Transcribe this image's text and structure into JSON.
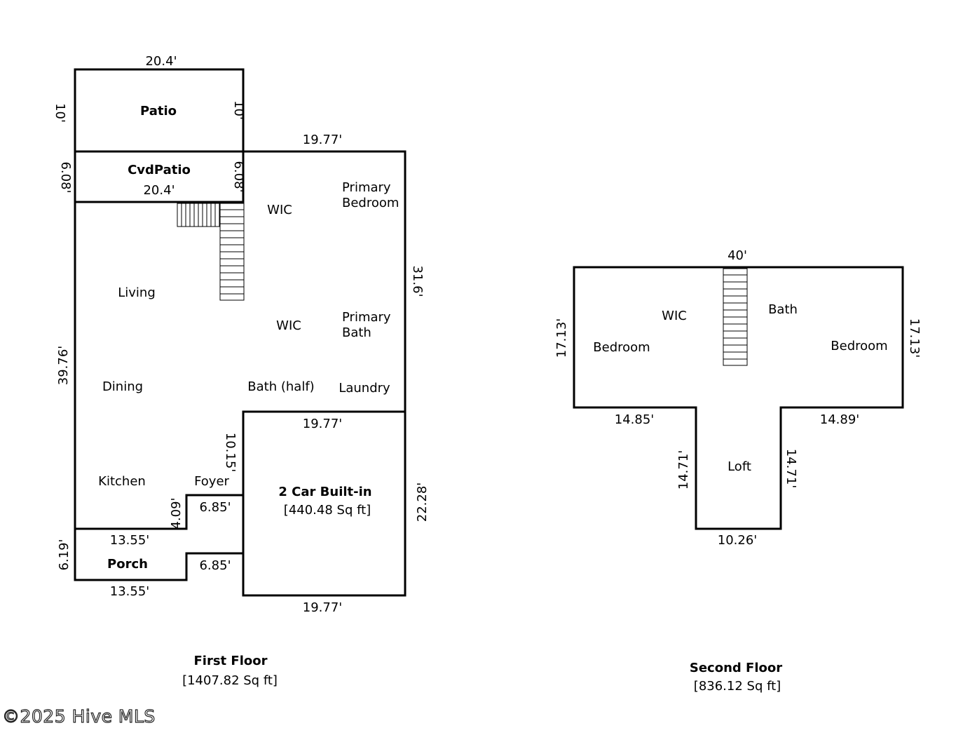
{
  "first_floor": {
    "title": "First Floor",
    "area": "[1407.82 Sq ft]",
    "rooms": {
      "patio": "Patio",
      "cvd_patio": "CvdPatio",
      "wic_upper": "WIC",
      "primary_bedroom_1": "Primary",
      "primary_bedroom_2": "Bedroom",
      "living": "Living",
      "wic_lower": "WIC",
      "primary_bath_1": "Primary",
      "primary_bath_2": "Bath",
      "dining": "Dining",
      "bath_half": "Bath (half)",
      "laundry": "Laundry",
      "kitchen": "Kitchen",
      "foyer": "Foyer",
      "garage": "2 Car Built-in",
      "garage_area": "[440.48 Sq ft]",
      "porch": "Porch"
    },
    "dimensions": {
      "patio_top": "20.4'",
      "patio_left": "10'",
      "patio_right": "10'",
      "main_top": "19.77'",
      "cvd_left": "6.08'",
      "cvd_right": "6.08'",
      "cvd_width": "20.4'",
      "main_right": "31.6'",
      "main_left": "39.76'",
      "garage_top": "19.77'",
      "garage_left": "10.15'",
      "garage_right": "22.28'",
      "garage_bottom": "19.77'",
      "foyer_step_v": "4.09'",
      "foyer_step_h": "6.85'",
      "porch_top": "13.55'",
      "porch_left": "6.19'",
      "porch_step": "6.85'",
      "porch_bottom": "13.55'"
    }
  },
  "second_floor": {
    "title": "Second Floor",
    "area": "[836.12 Sq ft]",
    "rooms": {
      "wic": "WIC",
      "bath": "Bath",
      "bedroom_left": "Bedroom",
      "bedroom_right": "Bedroom",
      "loft": "Loft"
    },
    "dimensions": {
      "top": "40'",
      "left": "17.13'",
      "right": "17.13'",
      "bottom_left": "14.85'",
      "bottom_right": "14.89'",
      "loft_left": "14.71'",
      "loft_right": "14.71'",
      "loft_bottom": "10.26'"
    }
  },
  "watermark": "©2025 Hive MLS"
}
